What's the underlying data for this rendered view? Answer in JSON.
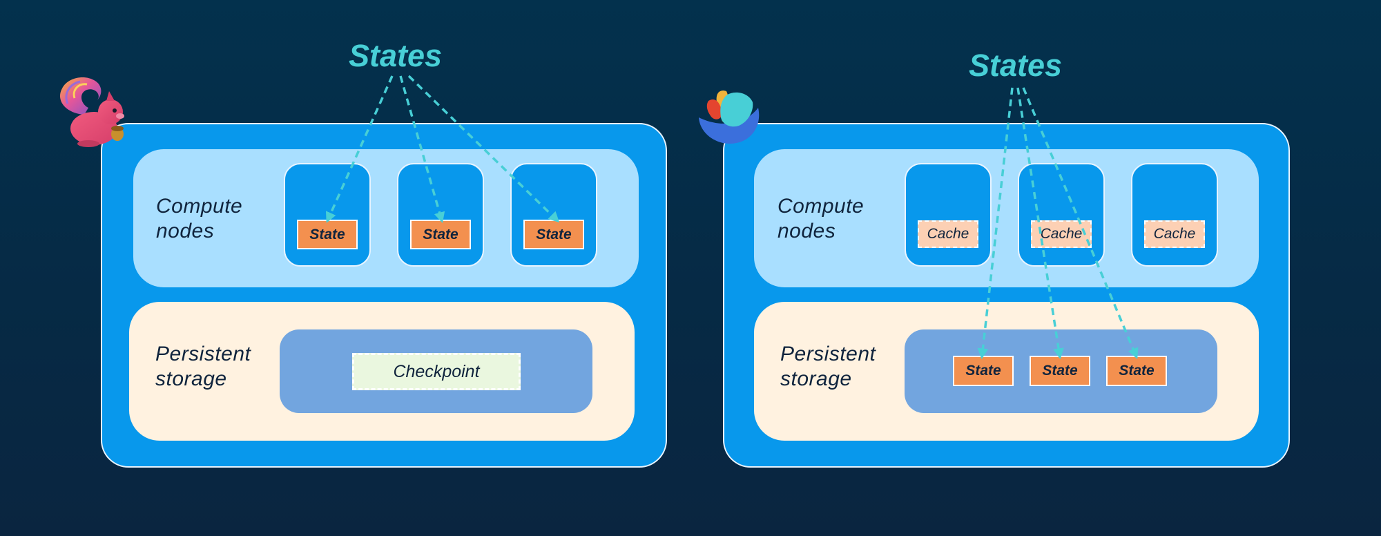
{
  "colors": {
    "background": "#062a45",
    "panel": "#0898ec",
    "compute_tier": "#a9dfff",
    "storage_tier": "#fff2e0",
    "state": "#f3904f",
    "cache": "#fcd0b4",
    "checkpoint": "#eaf7df",
    "arrow": "#48cfd6"
  },
  "left": {
    "logo_icon": "squirrel-logo-icon",
    "title": "States",
    "compute_label": [
      "Compute",
      "nodes"
    ],
    "storage_label": [
      "Persistent",
      "storage"
    ],
    "node_states": [
      "State",
      "State",
      "State"
    ],
    "checkpoint": "Checkpoint"
  },
  "right": {
    "logo_icon": "petals-logo-icon",
    "title": "States",
    "compute_label": [
      "Compute",
      "nodes"
    ],
    "storage_label": [
      "Persistent",
      "storage"
    ],
    "node_caches": [
      "Cache",
      "Cache",
      "Cache"
    ],
    "storage_states": [
      "State",
      "State",
      "State"
    ]
  }
}
